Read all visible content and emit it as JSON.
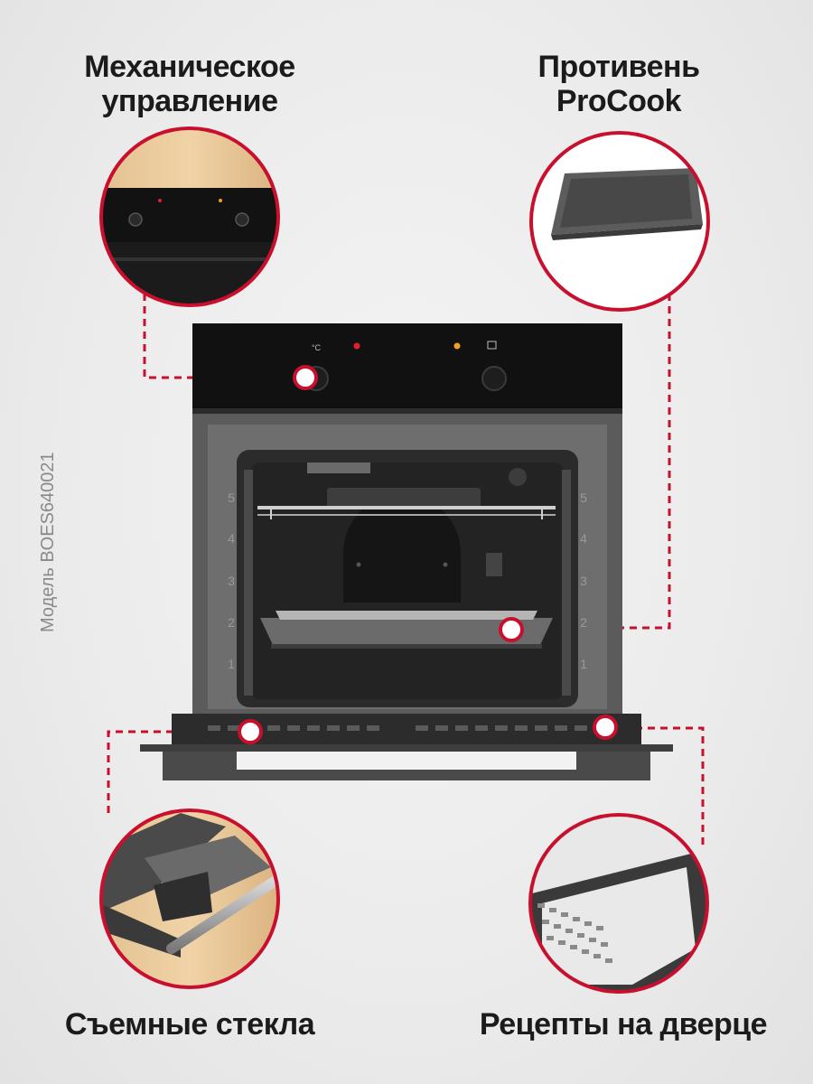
{
  "features": {
    "mechanical_control": {
      "line1": "Механическое",
      "line2": "управление"
    },
    "tray": {
      "line1": "Противень",
      "line2": "ProCook"
    },
    "removable_glass": {
      "label": "Съемные стекла"
    },
    "recipes_door": {
      "label": "Рецепты на дверце"
    }
  },
  "model_label": "Модель BOES640021",
  "oven": {
    "temp_symbol": "°C",
    "shelf_numbers": [
      "5",
      "4",
      "3",
      "2",
      "1"
    ]
  },
  "colors": {
    "accent": "#c8102e",
    "panel": "#111111",
    "cavity": "#2a2a2a",
    "frame": "#5a5a5a",
    "indicator_red": "#e0202a",
    "indicator_orange": "#f0a020"
  }
}
